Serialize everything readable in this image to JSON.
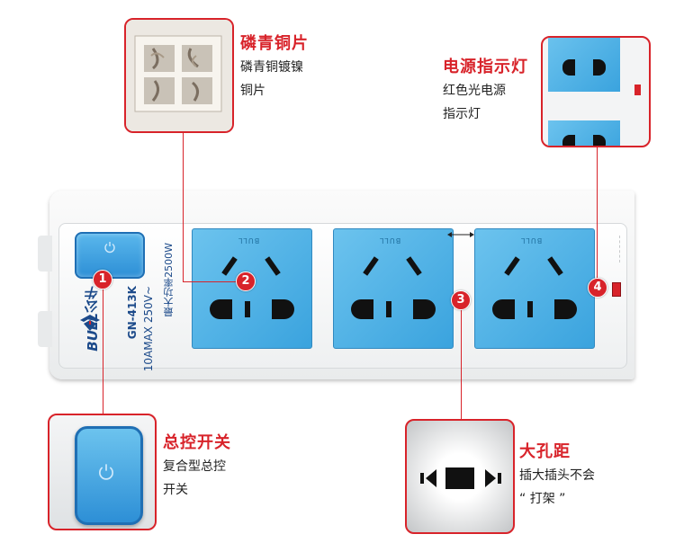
{
  "product": {
    "brand_logo": "BULL公牛",
    "model": "GN-413K",
    "rating": "10AMAX 250V~",
    "max_power": "最大功率2500W",
    "socket_brand": "BULL"
  },
  "callouts": [
    {
      "badge": "1",
      "title": "总控开关",
      "desc_line1": "复合型总控",
      "desc_line2": "开关"
    },
    {
      "badge": "2",
      "title": "磷青铜片",
      "desc_line1": "磷青铜镀镍",
      "desc_line2": "铜片"
    },
    {
      "badge": "3",
      "title": "大孔距",
      "desc_line1": "插大插头不会",
      "desc_line2": "“ 打架 ”"
    },
    {
      "badge": "4",
      "title": "电源指示灯",
      "desc_line1": "红色光电源",
      "desc_line2": "指示灯"
    }
  ],
  "colors": {
    "accent_red": "#d8232a",
    "socket_blue": "#4fb3e8",
    "switch_blue": "#2d8fd6",
    "logo_navy": "#1c4a8a"
  },
  "icons": [
    "power-icon",
    "power-strip-logo-icon",
    "spacing-arrows-icon",
    "indicator-light-icon"
  ]
}
